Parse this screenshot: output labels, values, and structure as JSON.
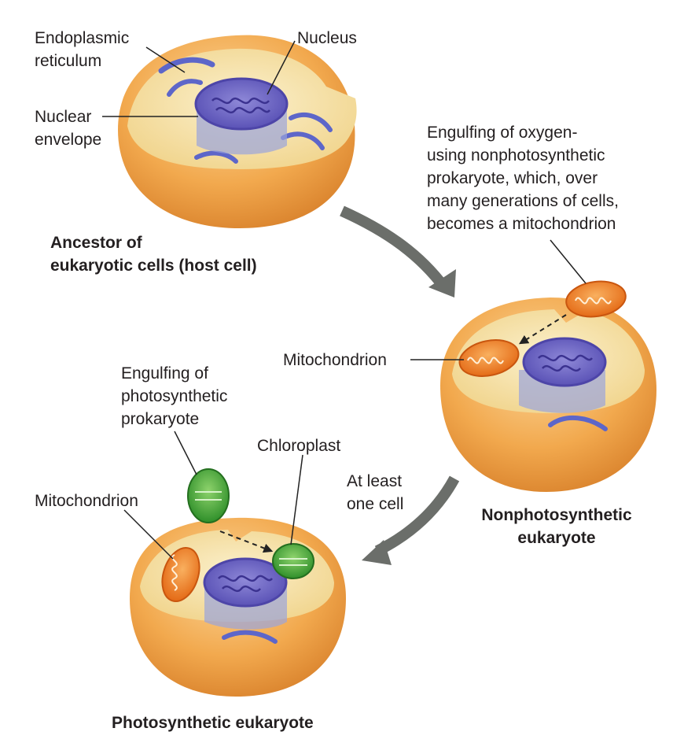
{
  "colors": {
    "cell_outer": "#f2a94e",
    "cell_inner": "#f7e3a9",
    "nucleus": "#6b63c4",
    "er": "#5d66c9",
    "mitochondrion": "#ee7d24",
    "chloroplast": "#4fae3a",
    "arrow": "#6b6e6a"
  },
  "labels": {
    "er": "Endoplasmic\nreticulum",
    "nucleus": "Nucleus",
    "nuclear_envelope": "Nuclear\nenvelope",
    "engulf_oxygen": "Engulfing of oxygen-\nusing nonphotosynthetic\nprokaryote, which, over\nmany generations of cells,\nbecomes a mitochondrion",
    "mito_1": "Mitochondrion",
    "engulf_photo": "Engulfing of\nphotosynthetic\nprokaryote",
    "chloroplast": "Chloroplast",
    "mito_2": "Mitochondrion",
    "at_least": "At least\none cell"
  },
  "titles": {
    "ancestor": "Ancestor of\neukaryotic cells (host cell)",
    "nonphoto": "Nonphotosynthetic\neukaryote",
    "photo": "Photosynthetic eukaryote"
  }
}
